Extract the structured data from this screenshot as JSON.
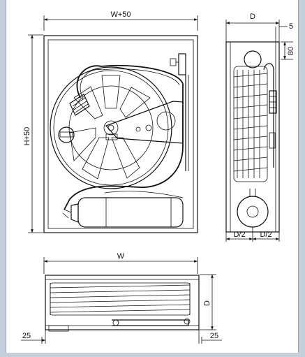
{
  "front_view": {
    "width_label": "W+50",
    "height_label": "H+50"
  },
  "side_view": {
    "depth_label": "D",
    "offset_label": "5",
    "top_gap_label": "80",
    "half_depth_left_label": "D/2",
    "half_depth_right_label": "D/2"
  },
  "top_view": {
    "width_label": "W",
    "depth_label": "D",
    "left_margin_label": "25",
    "right_margin_label": "25"
  },
  "colors": {
    "background": "#c3cfdb",
    "paper": "#ffffff",
    "ink": "#111111"
  }
}
